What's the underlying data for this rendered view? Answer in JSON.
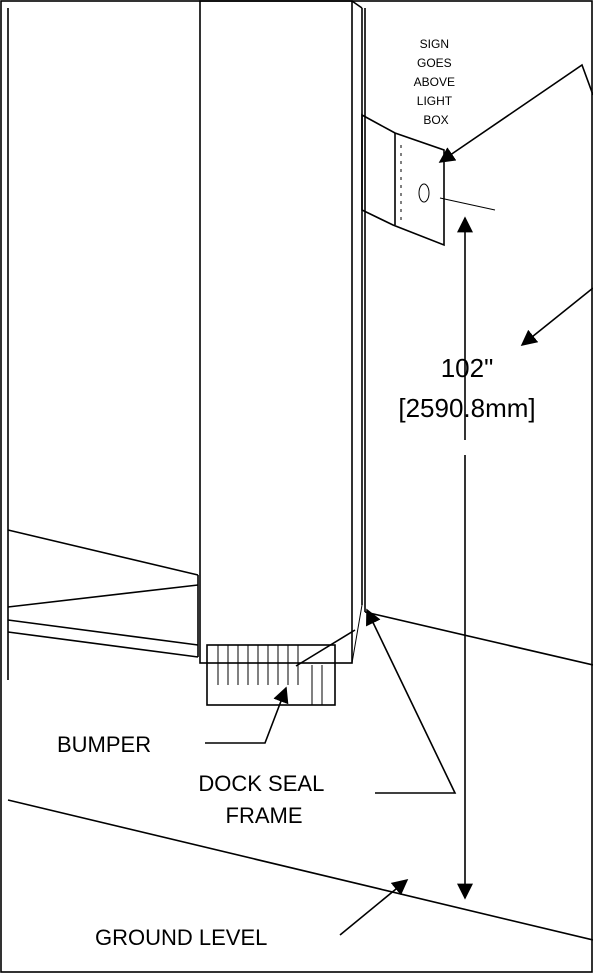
{
  "labels": {
    "sign_note": [
      "SIGN",
      "GOES",
      "ABOVE",
      "LIGHT",
      "BOX"
    ],
    "dimension_imperial": "102\"",
    "dimension_metric": "[2590.8mm]",
    "bumper": "BUMPER",
    "dock_seal_frame": [
      "DOCK SEAL",
      "FRAME"
    ],
    "ground_level": "GROUND LEVEL"
  },
  "dimension": {
    "inches": 102,
    "millimeters": 2590.8
  }
}
